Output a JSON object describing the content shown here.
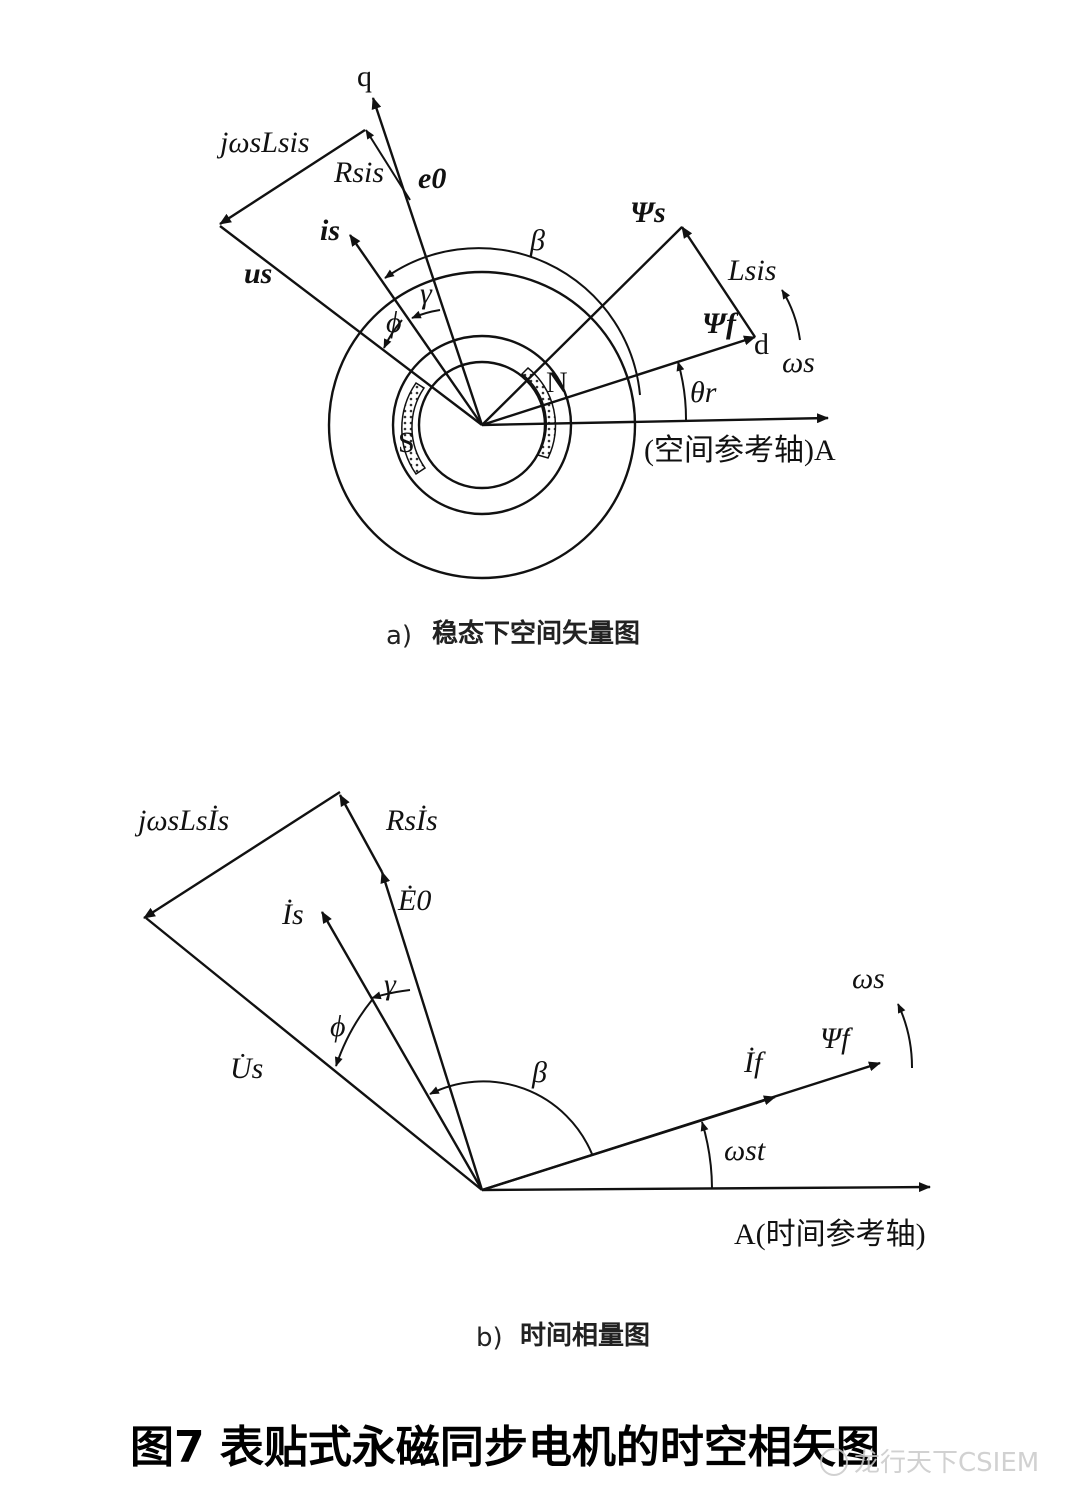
{
  "diagram_a": {
    "axes": {
      "q": "q",
      "d": "d",
      "A": "(空间参考轴)A"
    },
    "vectors": {
      "jws_Ls_is": "jωsLsis",
      "Rs_is": "Rsis",
      "e0": "e0",
      "is": "is",
      "us": "us",
      "psi_s": "Ψs",
      "Ls_is": "Lsis",
      "psi_f": "Ψf"
    },
    "angles": {
      "beta": "β",
      "gamma": "γ",
      "phi": "ϕ",
      "theta_r": "θr",
      "omega_s": "ωs"
    },
    "poles": {
      "north": "N",
      "south": "S"
    },
    "caption": {
      "letter": "a)",
      "text": "稳态下空间矢量图"
    }
  },
  "diagram_b": {
    "vectors": {
      "jws_Ls_Is": "jωsLsİs",
      "Rs_Is": "Rsİs",
      "E0": "Ė0",
      "Is": "İs",
      "Us": "U̇s",
      "If": "İf",
      "Psi_f": "Ψ̇f"
    },
    "angles": {
      "beta": "β",
      "gamma": "γ",
      "phi": "ϕ",
      "omega_s": "ωs",
      "omega_s_t": "ωst"
    },
    "axis": "A(时间参考轴)",
    "caption": {
      "letter": "b)",
      "text": "时间相量图"
    }
  },
  "figure_title": "图7 表贴式永磁同步电机的时空相矢图",
  "watermark": "龙行天下CSIEM"
}
